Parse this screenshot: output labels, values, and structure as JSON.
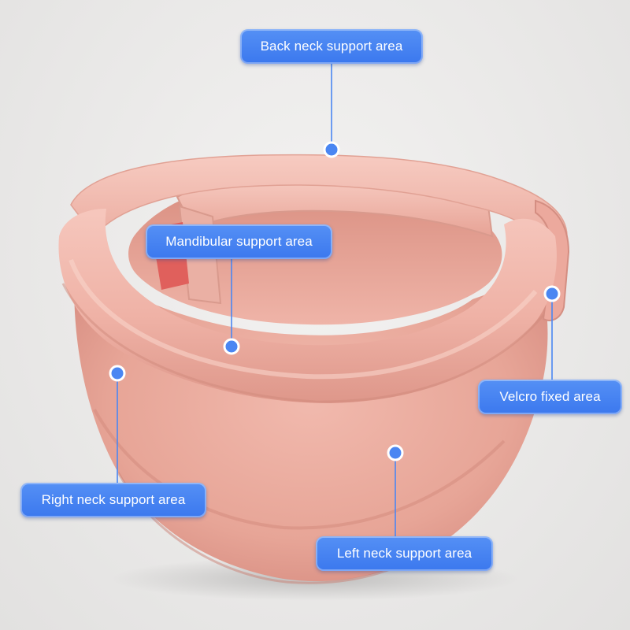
{
  "labels": {
    "back_neck": "Back neck support area",
    "mandibular": "Mandibular support area",
    "velcro": "Velcro fixed area",
    "right_neck": "Right neck support area",
    "left_neck": "Left neck support area"
  },
  "colors": {
    "background": "#ecebea",
    "collar_pink": "#eeb0a6",
    "velcro_red": "#e0605c",
    "label_blue": "#4a86f2",
    "leader_line": "#4a86f2"
  }
}
